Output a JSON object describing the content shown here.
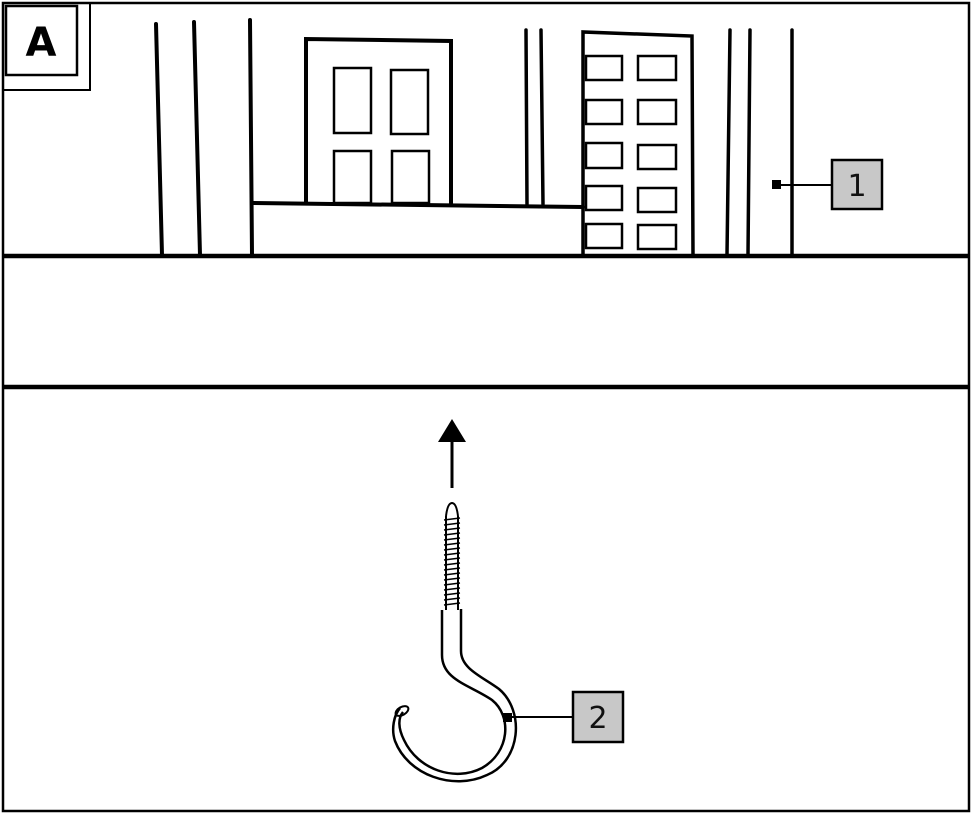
{
  "panel": {
    "letter": "A"
  },
  "callouts": [
    {
      "number": "1",
      "target": "ceiling"
    },
    {
      "number": "2",
      "target": "screw-hook"
    }
  ],
  "colors": {
    "line": "#000000",
    "label_box_fill": "#c8c8c8",
    "background": "#ffffff"
  }
}
